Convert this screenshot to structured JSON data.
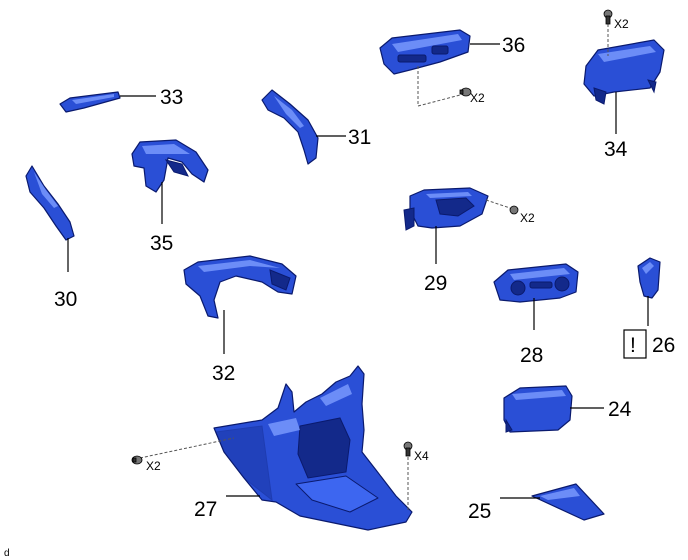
{
  "parts": [
    {
      "id": "part-24",
      "label": "24"
    },
    {
      "id": "part-25",
      "label": "25"
    },
    {
      "id": "part-26",
      "label": "26"
    },
    {
      "id": "part-27",
      "label": "27"
    },
    {
      "id": "part-28",
      "label": "28"
    },
    {
      "id": "part-29",
      "label": "29"
    },
    {
      "id": "part-30",
      "label": "30"
    },
    {
      "id": "part-31",
      "label": "31"
    },
    {
      "id": "part-32",
      "label": "32"
    },
    {
      "id": "part-33",
      "label": "33"
    },
    {
      "id": "part-34",
      "label": "34"
    },
    {
      "id": "part-35",
      "label": "35"
    },
    {
      "id": "part-36",
      "label": "36"
    }
  ],
  "fasteners": {
    "qty_36": "X2",
    "qty_34": "X2",
    "qty_29": "X2",
    "qty_27_left": "X2",
    "qty_27_right": "X4"
  },
  "notice_symbol": "!",
  "footer_letter": "d",
  "colors": {
    "part_fill": "#2a4fd6",
    "part_edge": "#0a1a6e",
    "leader": "#000000"
  }
}
